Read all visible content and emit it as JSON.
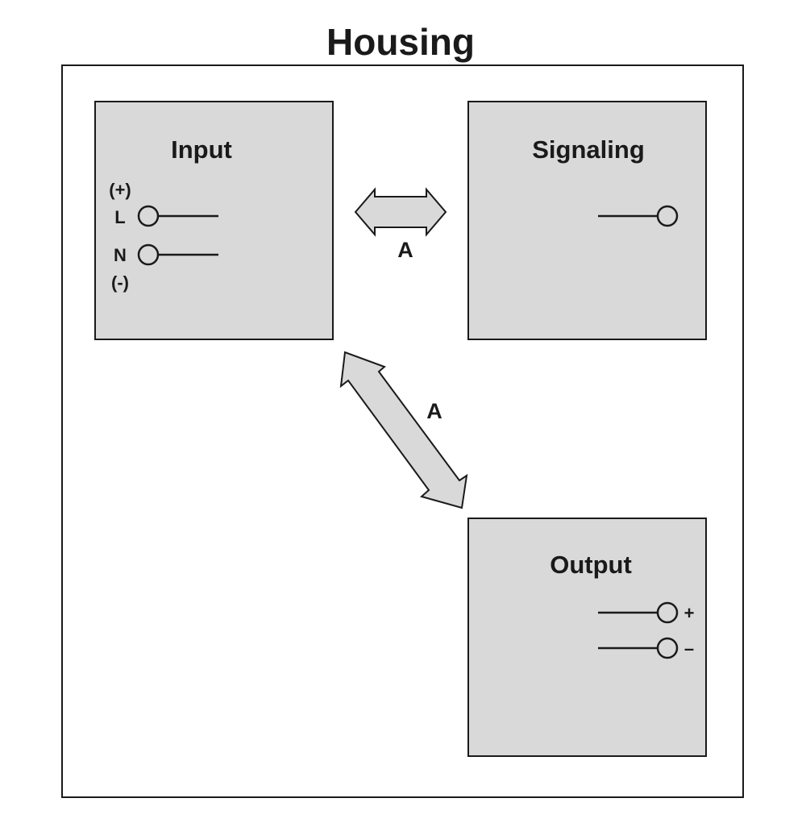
{
  "title": "Housing",
  "blocks": {
    "input": {
      "label": "Input",
      "terminals": {
        "plus_label": "(+)",
        "l_label": "L",
        "n_label": "N",
        "minus_label": "(-)"
      }
    },
    "signaling": {
      "label": "Signaling"
    },
    "output": {
      "label": "Output",
      "plus_label": "+",
      "minus_label": "–"
    }
  },
  "connections": {
    "input_signaling": "A",
    "input_output": "A"
  },
  "colors": {
    "block_fill": "#d9d9d9",
    "stroke": "#1a1a1a",
    "background": "#ffffff"
  }
}
